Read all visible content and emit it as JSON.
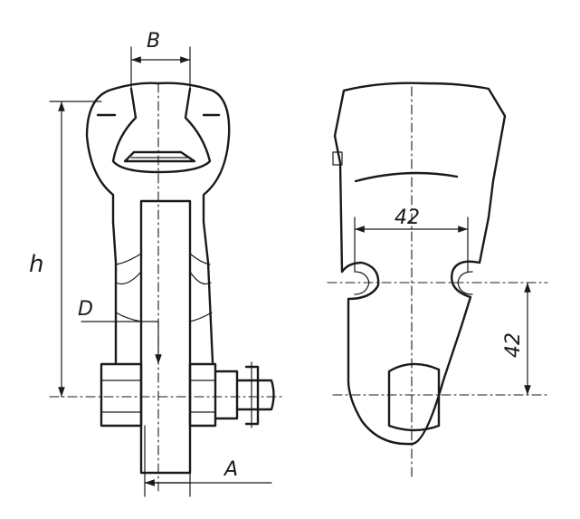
{
  "labels": {
    "b": "B",
    "h": "h",
    "d": "D",
    "a": "A",
    "dim_horizontal": "42",
    "dim_vertical": "42"
  }
}
